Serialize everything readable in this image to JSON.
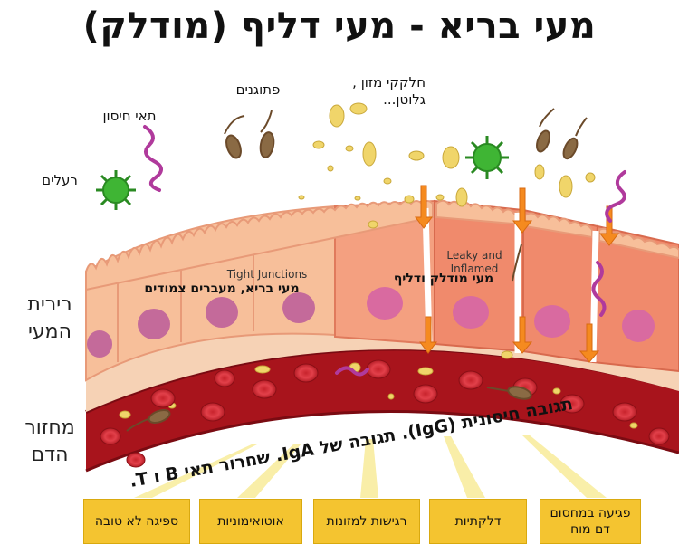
{
  "title": "מעי בריא - מעי דליף (מודלק)",
  "labels": {
    "immune_cells": "תאי חיסון",
    "pathogens": "פתוגנים",
    "food_particles_1": "חלקקי מזון ,",
    "food_particles_2": "גלוטן...",
    "toxins": "רעלים",
    "gut_lining_1": "רירית",
    "gut_lining_2": "המעי",
    "bloodstream_1": "מחזור",
    "bloodstream_2": "הדם",
    "tight_junctions": "Tight Junctions",
    "healthy_gut": "מעי בריא, מעברים צמודים",
    "leaky_inflamed_1": "Leaky and",
    "leaky_inflamed_2": "Inflamed",
    "leaky_gut": "מעי מודלק ודליף",
    "immune_response": "תגובה חיסונית (IgG). תגובה של IgA. שחרור תאי B ו T."
  },
  "outcomes": [
    "פגיעה במחסום דם מוח",
    "דלקתיות",
    "רגישות למזונות",
    "אוטואימוניות",
    "ספיגה לא טובה"
  ],
  "colors": {
    "box": "#f4c430",
    "blood": "#a8141c",
    "cell_healthy": "#f7bf9a",
    "cell_inflamed": "#f08a6c",
    "arrow": "#f58a1f",
    "virus": "#3fb534",
    "immune_cell": "#b03a9c"
  },
  "icons": [
    "virus-icon",
    "immune-cell-icon",
    "pathogen-icon",
    "food-particle-icon",
    "red-blood-cell-icon",
    "arrow-down-icon"
  ]
}
